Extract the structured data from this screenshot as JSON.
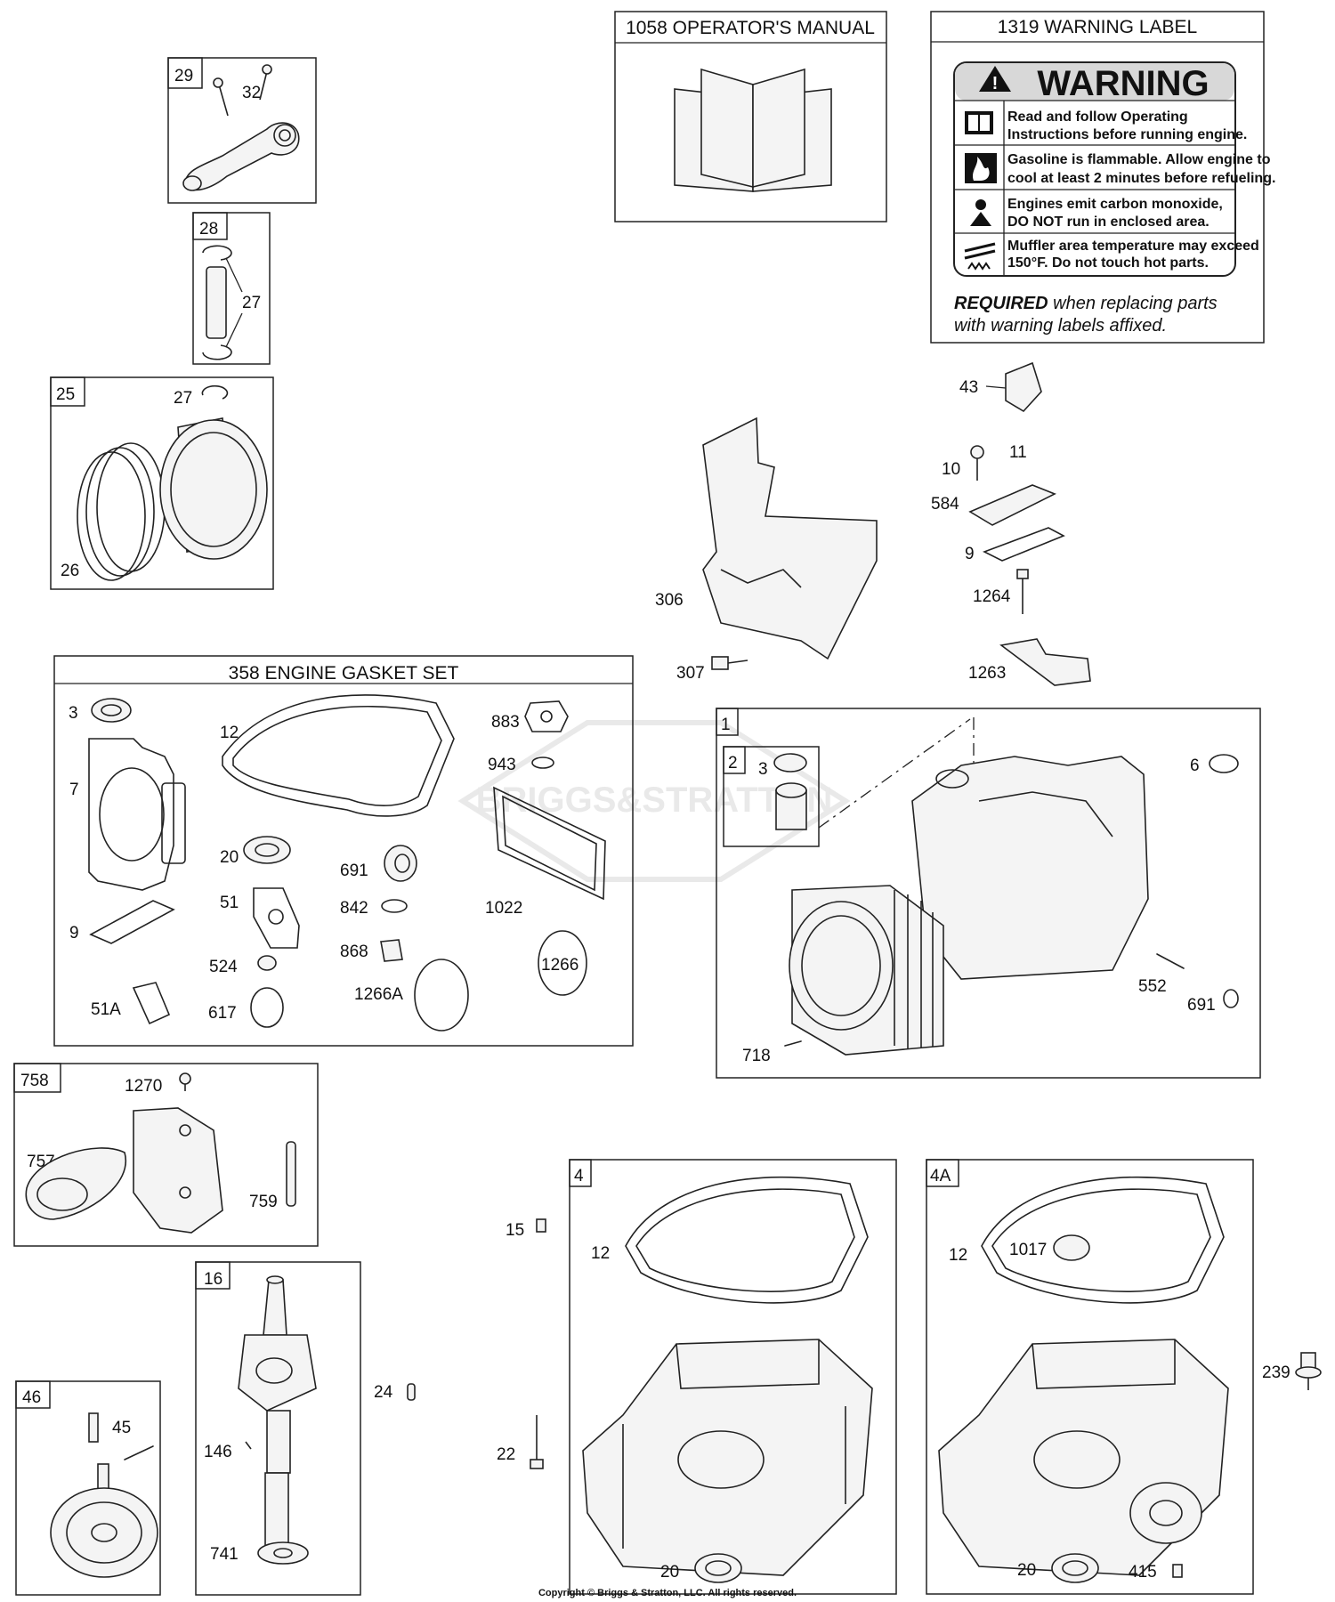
{
  "watermark": "BRIGGS&STRATTON",
  "copyright": "Copyright © Briggs & Stratton, LLC. All rights reserved.",
  "boxes": {
    "manual": "1058 OPERATOR'S MANUAL",
    "warning_label": "1319 WARNING LABEL",
    "gasket_set": "358 ENGINE GASKET SET"
  },
  "warning": {
    "heading": "WARNING",
    "lines": [
      "Read and follow Operating",
      "Instructions before running engine.",
      "Gasoline is flammable. Allow engine to",
      "cool at least 2 minutes before refueling.",
      "Engines emit carbon monoxide,",
      "DO NOT run in enclosed area.",
      "Muffler area temperature may exceed",
      "150°F.  Do not touch hot parts."
    ],
    "required_bold": "REQUIRED",
    "required_rest": " when replacing parts",
    "required_line2": "with warning labels affixed."
  },
  "callouts": {
    "b29": "29",
    "c32": "32",
    "b28": "28",
    "c27a": "27",
    "b25": "25",
    "c27b": "27",
    "c26": "26",
    "c43": "43",
    "c10": "10",
    "c11": "11",
    "c584": "584",
    "c9a": "9",
    "c1264": "1264",
    "c1263": "1263",
    "c306": "306",
    "c307": "307",
    "g3": "3",
    "g12": "12",
    "g883": "883",
    "g943": "943",
    "g7": "7",
    "g20": "20",
    "g691": "691",
    "g51": "51",
    "g842": "842",
    "g1022": "1022",
    "g9": "9",
    "g524": "524",
    "g868": "868",
    "g1266": "1266",
    "g51A": "51A",
    "g617": "617",
    "g1266A": "1266A",
    "b1": "1",
    "b2": "2",
    "c3": "3",
    "c6": "6",
    "c552": "552",
    "c691": "691",
    "c718": "718",
    "b758": "758",
    "c1270": "1270",
    "c757": "757",
    "c759": "759",
    "b16": "16",
    "c24": "24",
    "c146": "146",
    "c741": "741",
    "b46": "46",
    "c45": "45",
    "c15": "15",
    "c22": "22",
    "b4": "4",
    "c12a": "12",
    "c20a": "20",
    "b4A": "4A",
    "c12b": "12",
    "c1017": "1017",
    "c20b": "20",
    "c415": "415",
    "c239": "239"
  }
}
